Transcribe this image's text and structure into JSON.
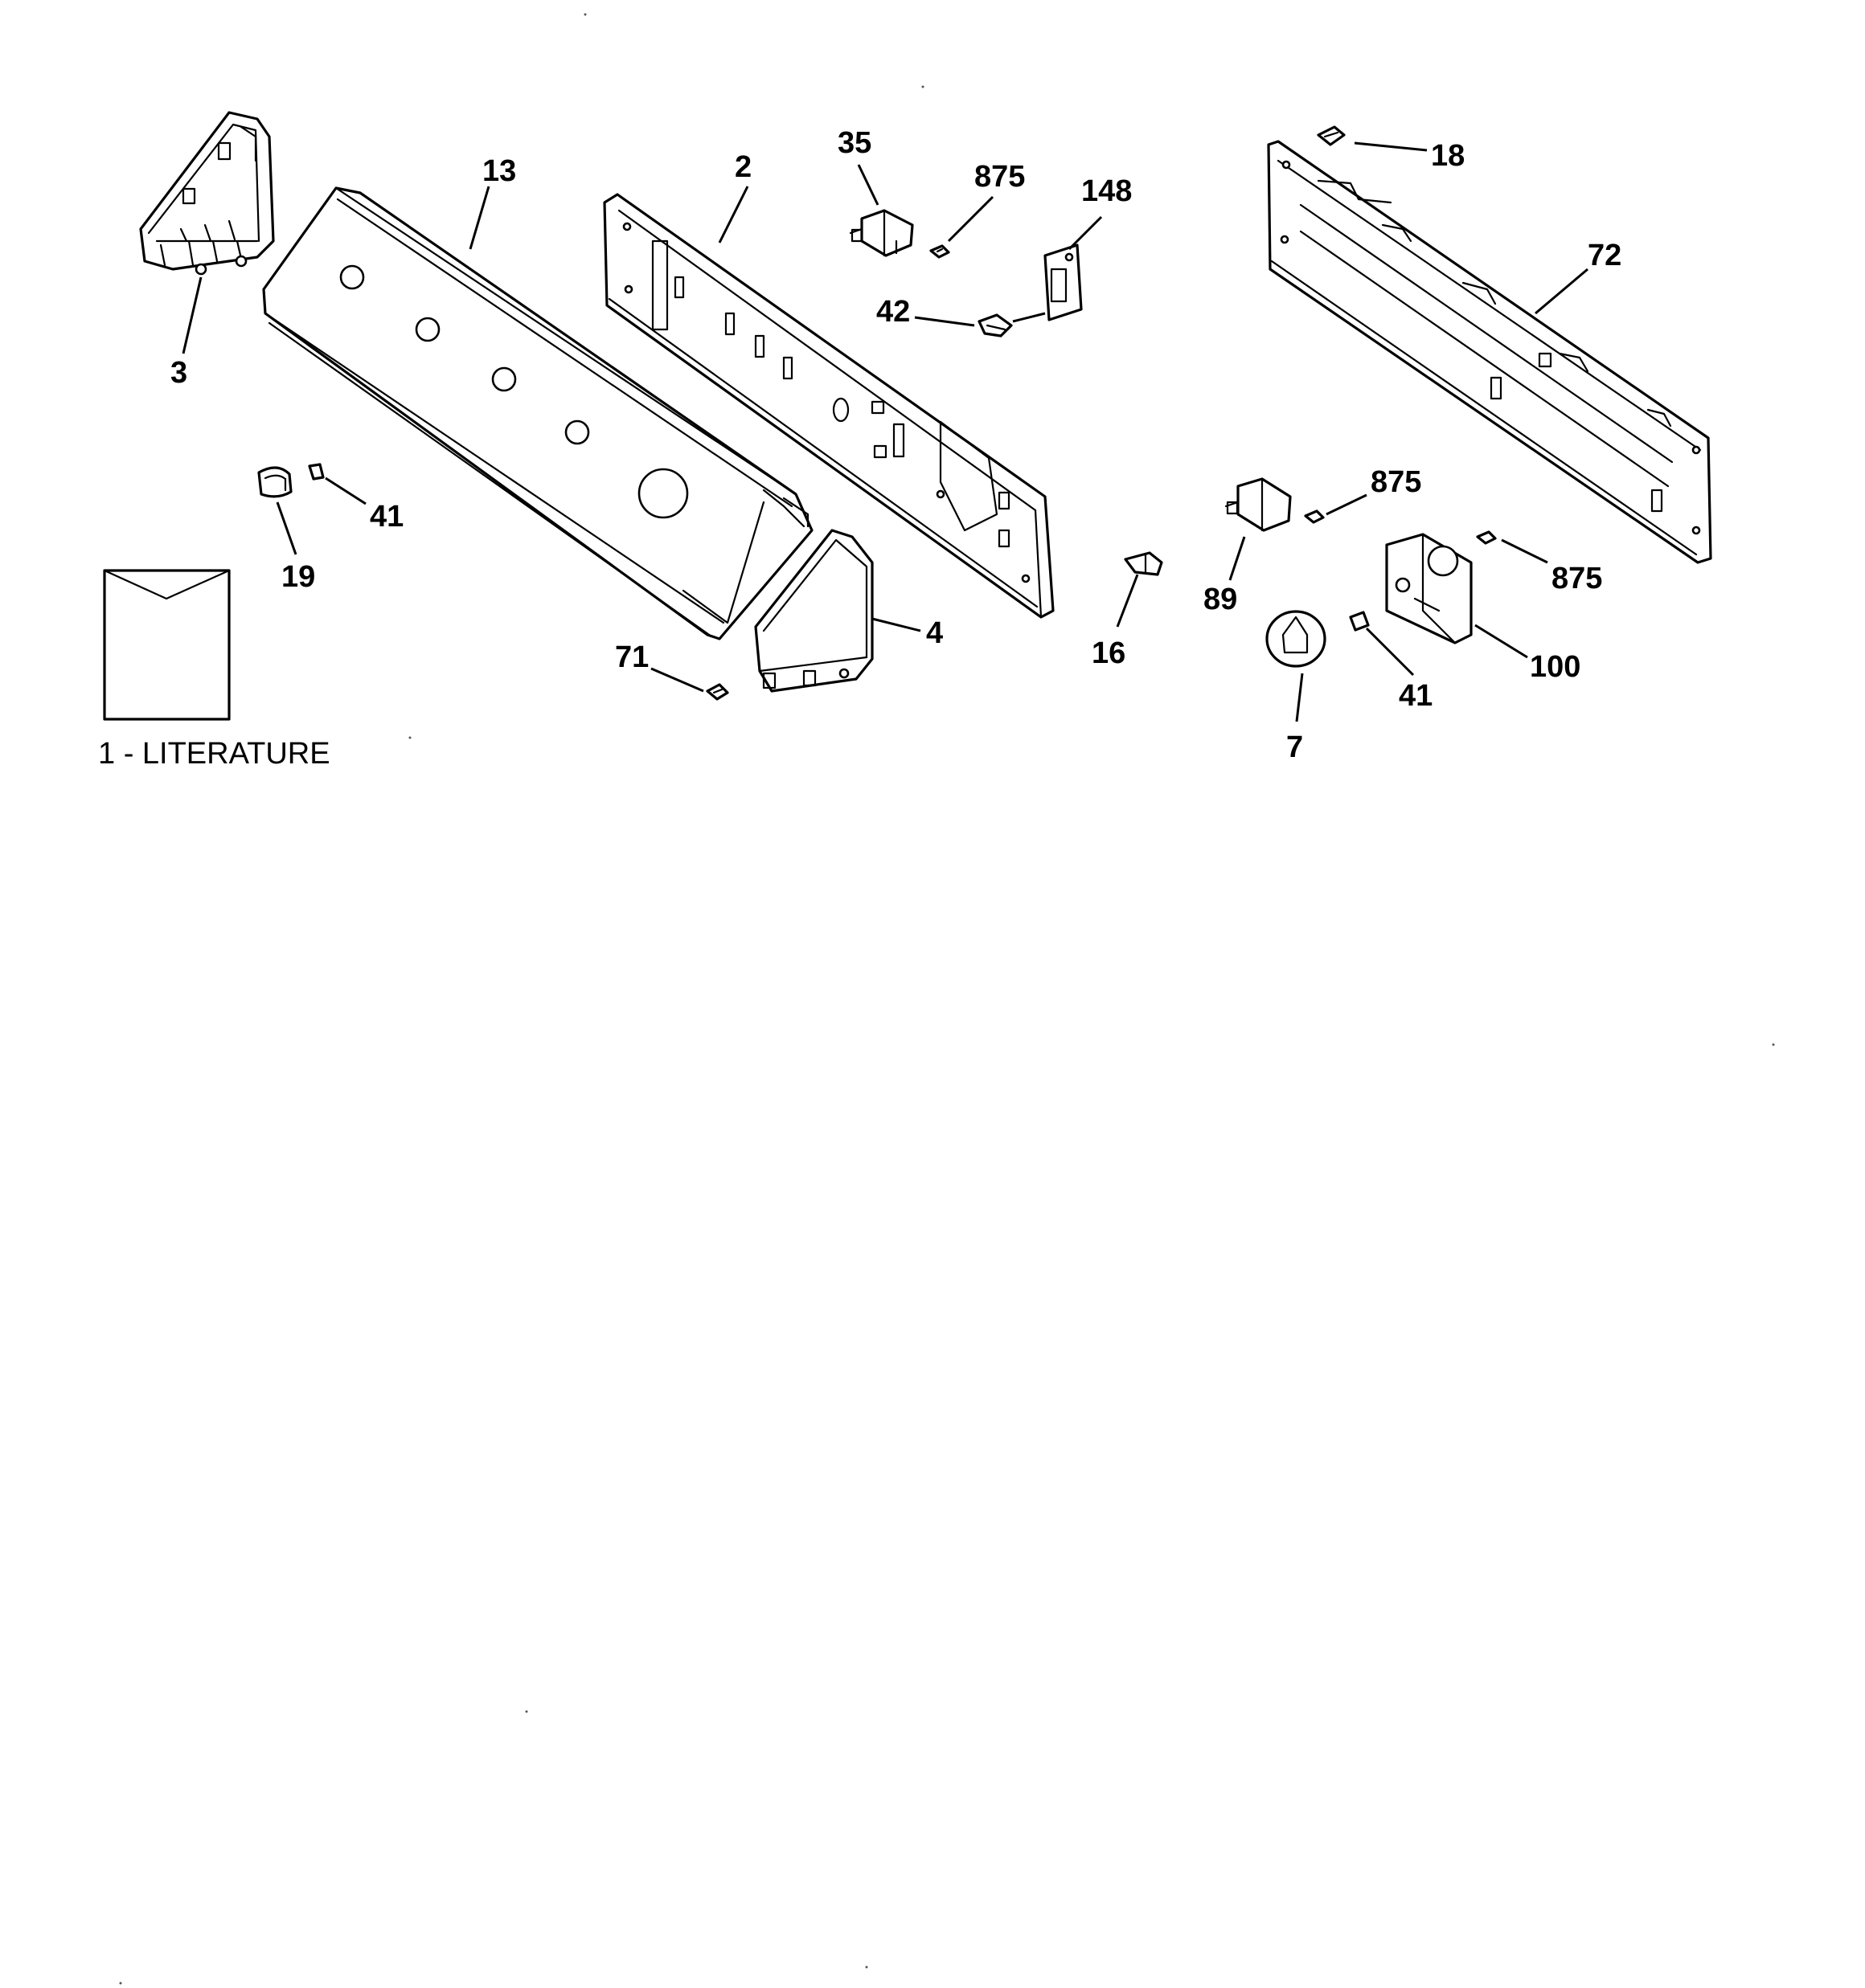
{
  "diagram": {
    "labels": {
      "p2": "2",
      "p3": "3",
      "p4": "4",
      "p7": "7",
      "p13": "13",
      "p16": "16",
      "p18": "18",
      "p19": "19",
      "p35": "35",
      "p41a": "41",
      "p41b": "41",
      "p42": "42",
      "p71": "71",
      "p72": "72",
      "p89": "89",
      "p100": "100",
      "p148": "148",
      "p875a": "875",
      "p875b": "875",
      "p875c": "875"
    },
    "literature_caption": "1 - LITERATURE"
  }
}
